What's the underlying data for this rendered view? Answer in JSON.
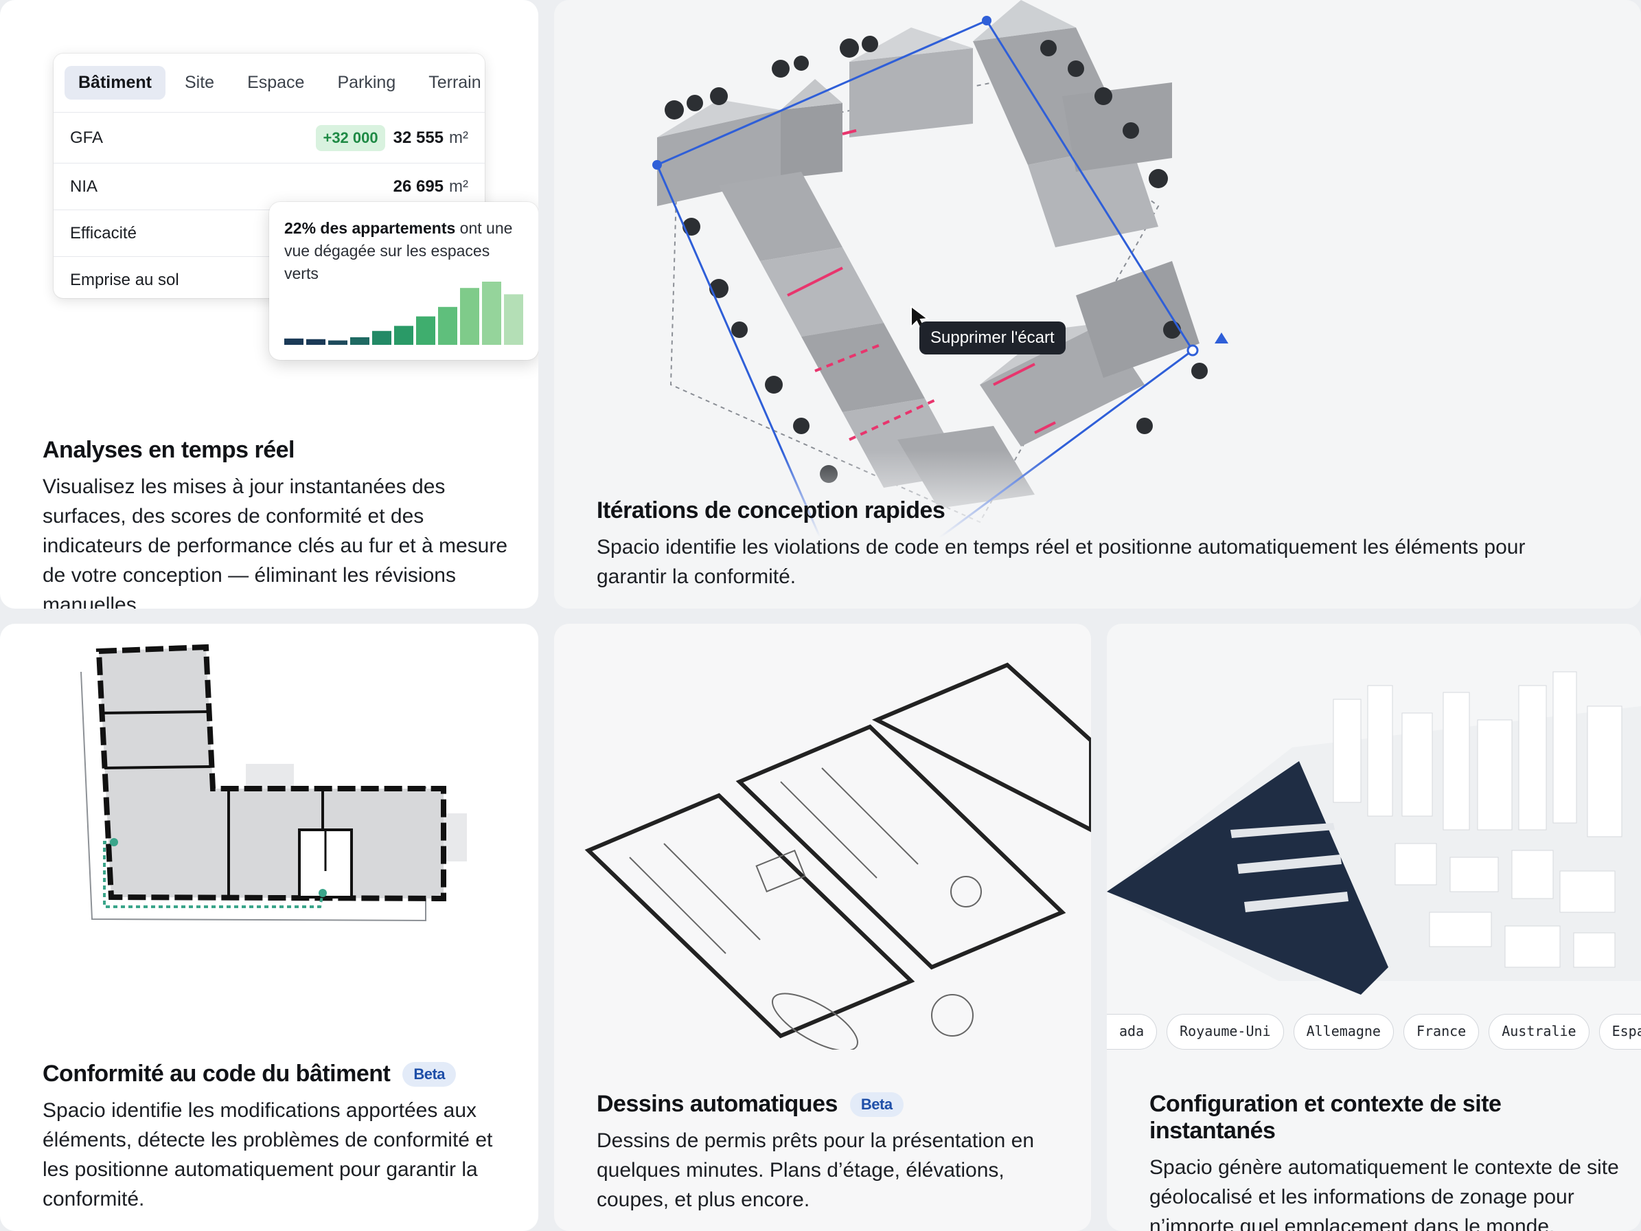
{
  "analytics": {
    "tabs": [
      "Bâtiment",
      "Site",
      "Espace",
      "Parking",
      "Terrain"
    ],
    "active_tab": "Bâtiment",
    "metrics": [
      {
        "label": "GFA",
        "delta": "+32 000",
        "value": "32 555",
        "unit": "m²"
      },
      {
        "label": "NIA",
        "value": "26 695",
        "unit": "m²"
      },
      {
        "label": "Efficacité"
      },
      {
        "label": "Emprise au sol"
      }
    ],
    "insight": {
      "bold": "22% des appartements",
      "rest": " ont une vue dégagée sur les espaces verts",
      "bars": [
        0.1,
        0.09,
        0.07,
        0.12,
        0.22,
        0.3,
        0.45,
        0.6,
        0.9,
        1.0,
        0.8
      ],
      "bar_colors": [
        "#1b3a57",
        "#1b3a57",
        "#1e4b5c",
        "#1f6a63",
        "#238a66",
        "#2a9a67",
        "#3fae6e",
        "#5fbf7c",
        "#7fcb8a",
        "#95d49b",
        "#b4dfb6"
      ]
    },
    "title": "Analyses en temps réel",
    "description": "Visualisez les mises à jour instantanées des surfaces, des scores de conformité et des indicateurs de performance clés au fur et à mesure de votre conception — éliminant les révisions manuelles."
  },
  "iterations": {
    "tooltip": "Supprimer l'écart",
    "title": "Itérations de conception rapides",
    "description": "Spacio identifie les violations de code en temps réel et positionne automatiquement les éléments pour garantir la conformité."
  },
  "code": {
    "title": "Conformité au code du bâtiment",
    "badge": "Beta",
    "description": "Spacio identifie les modifications apportées aux éléments, détecte les problèmes de conformité et les positionne automatiquement pour garantir la conformité."
  },
  "drawings": {
    "title": "Dessins automatiques",
    "badge": "Beta",
    "description": "Dessins de permis prêts pour la présentation en quelques minutes. Plans d’étage, élévations, coupes, et plus encore."
  },
  "site": {
    "countries": [
      "ada",
      "Royaume-Uni",
      "Allemagne",
      "France",
      "Australie",
      "Espagne"
    ],
    "title": "Configuration et contexte de site instantanés",
    "description": "Spacio génère automatiquement le contexte de site géolocalisé et les informations de zonage pour n’importe quel emplacement dans le monde."
  },
  "colors": {
    "accent_blue": "#2f5fd8",
    "violation_pink": "#e8356d",
    "delta_green": "#1f8a45",
    "compliance_teal": "#3aa58a"
  }
}
